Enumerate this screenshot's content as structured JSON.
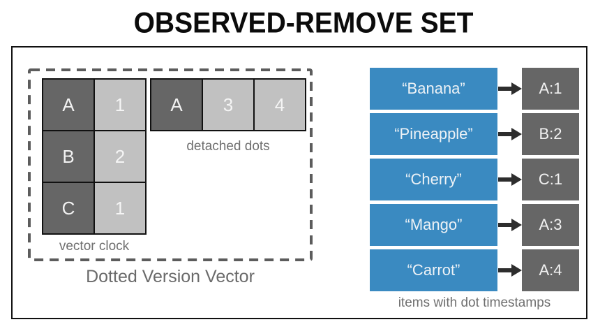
{
  "title": "OBSERVED-REMOVE SET",
  "dvv": {
    "caption": "Dotted Version Vector",
    "vector_clock": {
      "label": "vector clock",
      "rows": [
        {
          "actor": "A",
          "counter": "1"
        },
        {
          "actor": "B",
          "counter": "2"
        },
        {
          "actor": "C",
          "counter": "1"
        }
      ]
    },
    "detached_dots": {
      "label": "detached dots",
      "actor": "A",
      "counters": [
        "3",
        "4"
      ]
    }
  },
  "items": {
    "label": "items with dot timestamps",
    "entries": [
      {
        "value": "“Banana”",
        "dot": "A:1"
      },
      {
        "value": "“Pineapple”",
        "dot": "B:2"
      },
      {
        "value": "“Cherry”",
        "dot": "C:1"
      },
      {
        "value": "“Mango”",
        "dot": "A:3"
      },
      {
        "value": "“Carrot”",
        "dot": "A:4"
      }
    ]
  },
  "colors": {
    "item_blue": "#3a8ac1",
    "actor_dark_gray": "#666666",
    "counter_light_gray": "#c1c1c1",
    "label_gray": "#6f6f6f",
    "border_black": "#111111",
    "dashed_gray": "#5c5c5c",
    "arrow_black": "#2d2d2d"
  }
}
